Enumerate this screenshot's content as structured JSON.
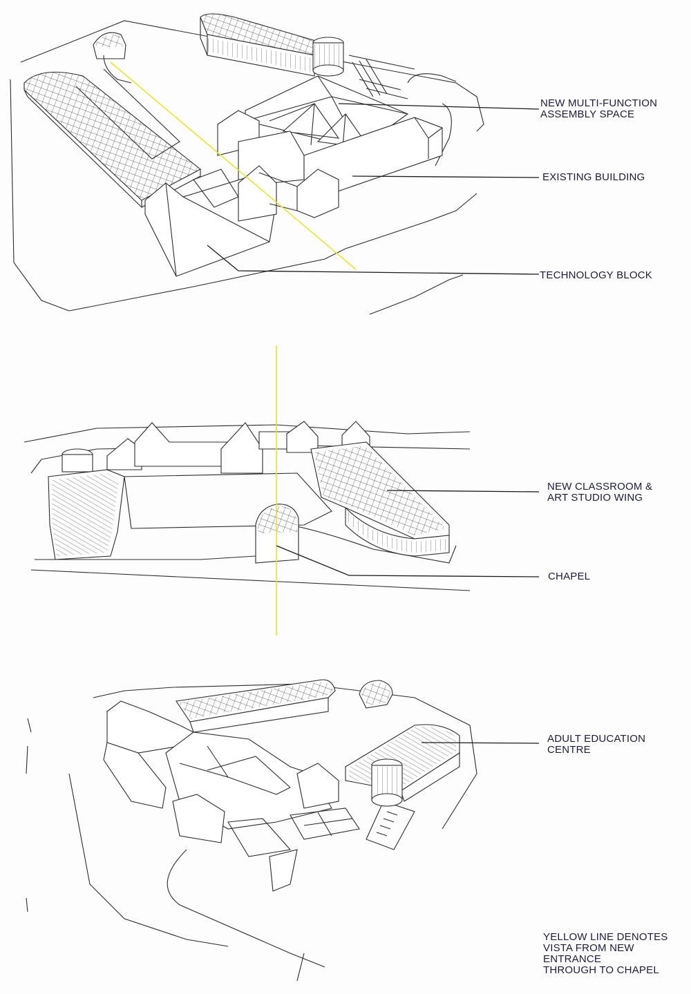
{
  "colors": {
    "vista_line": "#e8e23a",
    "ink": "#2a2a2a",
    "label_text": "#1c1c3a",
    "paper": "#fdfdfd"
  },
  "labels": {
    "assembly": [
      "NEW MULTI-FUNCTION",
      "ASSEMBLY SPACE"
    ],
    "existing": [
      "EXISTING BUILDING"
    ],
    "technology": [
      "TECHNOLOGY BLOCK"
    ],
    "classroom": [
      "NEW CLASSROOM &",
      "ART STUDIO WING"
    ],
    "chapel": [
      "CHAPEL"
    ],
    "adult": [
      "ADULT EDUCATION",
      "CENTRE"
    ],
    "legend": [
      "YELLOW LINE DENOTES",
      "VISTA FROM NEW",
      "ENTRANCE",
      "THROUGH TO CHAPEL"
    ]
  }
}
